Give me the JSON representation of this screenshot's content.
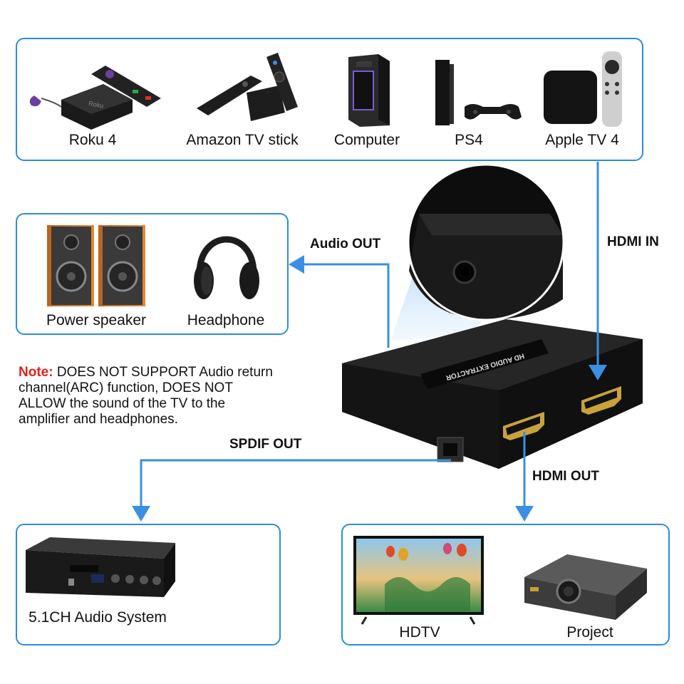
{
  "sources": {
    "items": [
      {
        "label": "Roku 4",
        "icon": "roku-icon"
      },
      {
        "label": "Amazon TV stick",
        "icon": "fire-tv-stick-icon"
      },
      {
        "label": "Computer",
        "icon": "computer-tower-icon"
      },
      {
        "label": "PS4",
        "icon": "ps4-console-icon"
      },
      {
        "label": "Apple TV 4",
        "icon": "apple-tv-icon"
      }
    ]
  },
  "audio_outputs": {
    "items": [
      {
        "label": "Power speaker",
        "icon": "speaker-icon"
      },
      {
        "label": "Headphone",
        "icon": "headphone-icon"
      }
    ]
  },
  "spdif_targets": {
    "items": [
      {
        "label": "5.1CH Audio System",
        "icon": "audio-receiver-icon"
      }
    ]
  },
  "hdmi_targets": {
    "items": [
      {
        "label": "HDTV",
        "icon": "tv-icon"
      },
      {
        "label": "Project",
        "icon": "projector-icon"
      }
    ]
  },
  "connections": {
    "hdmi_in": "HDMI IN",
    "audio_out": "Audio OUT",
    "spdif_out": "SPDIF OUT",
    "hdmi_out": "HDMI OUT"
  },
  "device": {
    "label": "HD AUDIO EXTRACTOR"
  },
  "note": {
    "prefix": "Note:",
    "text": "DOES NOT SUPPORT Audio return channel(ARC) function, DOES NOT ALLOW the sound of the TV to the amplifier and headphones."
  },
  "colors": {
    "accent": "#2b8ce0",
    "arrow": "#3a8fe2",
    "note_red": "#e0201c",
    "device_body": "#1c1c1c"
  }
}
